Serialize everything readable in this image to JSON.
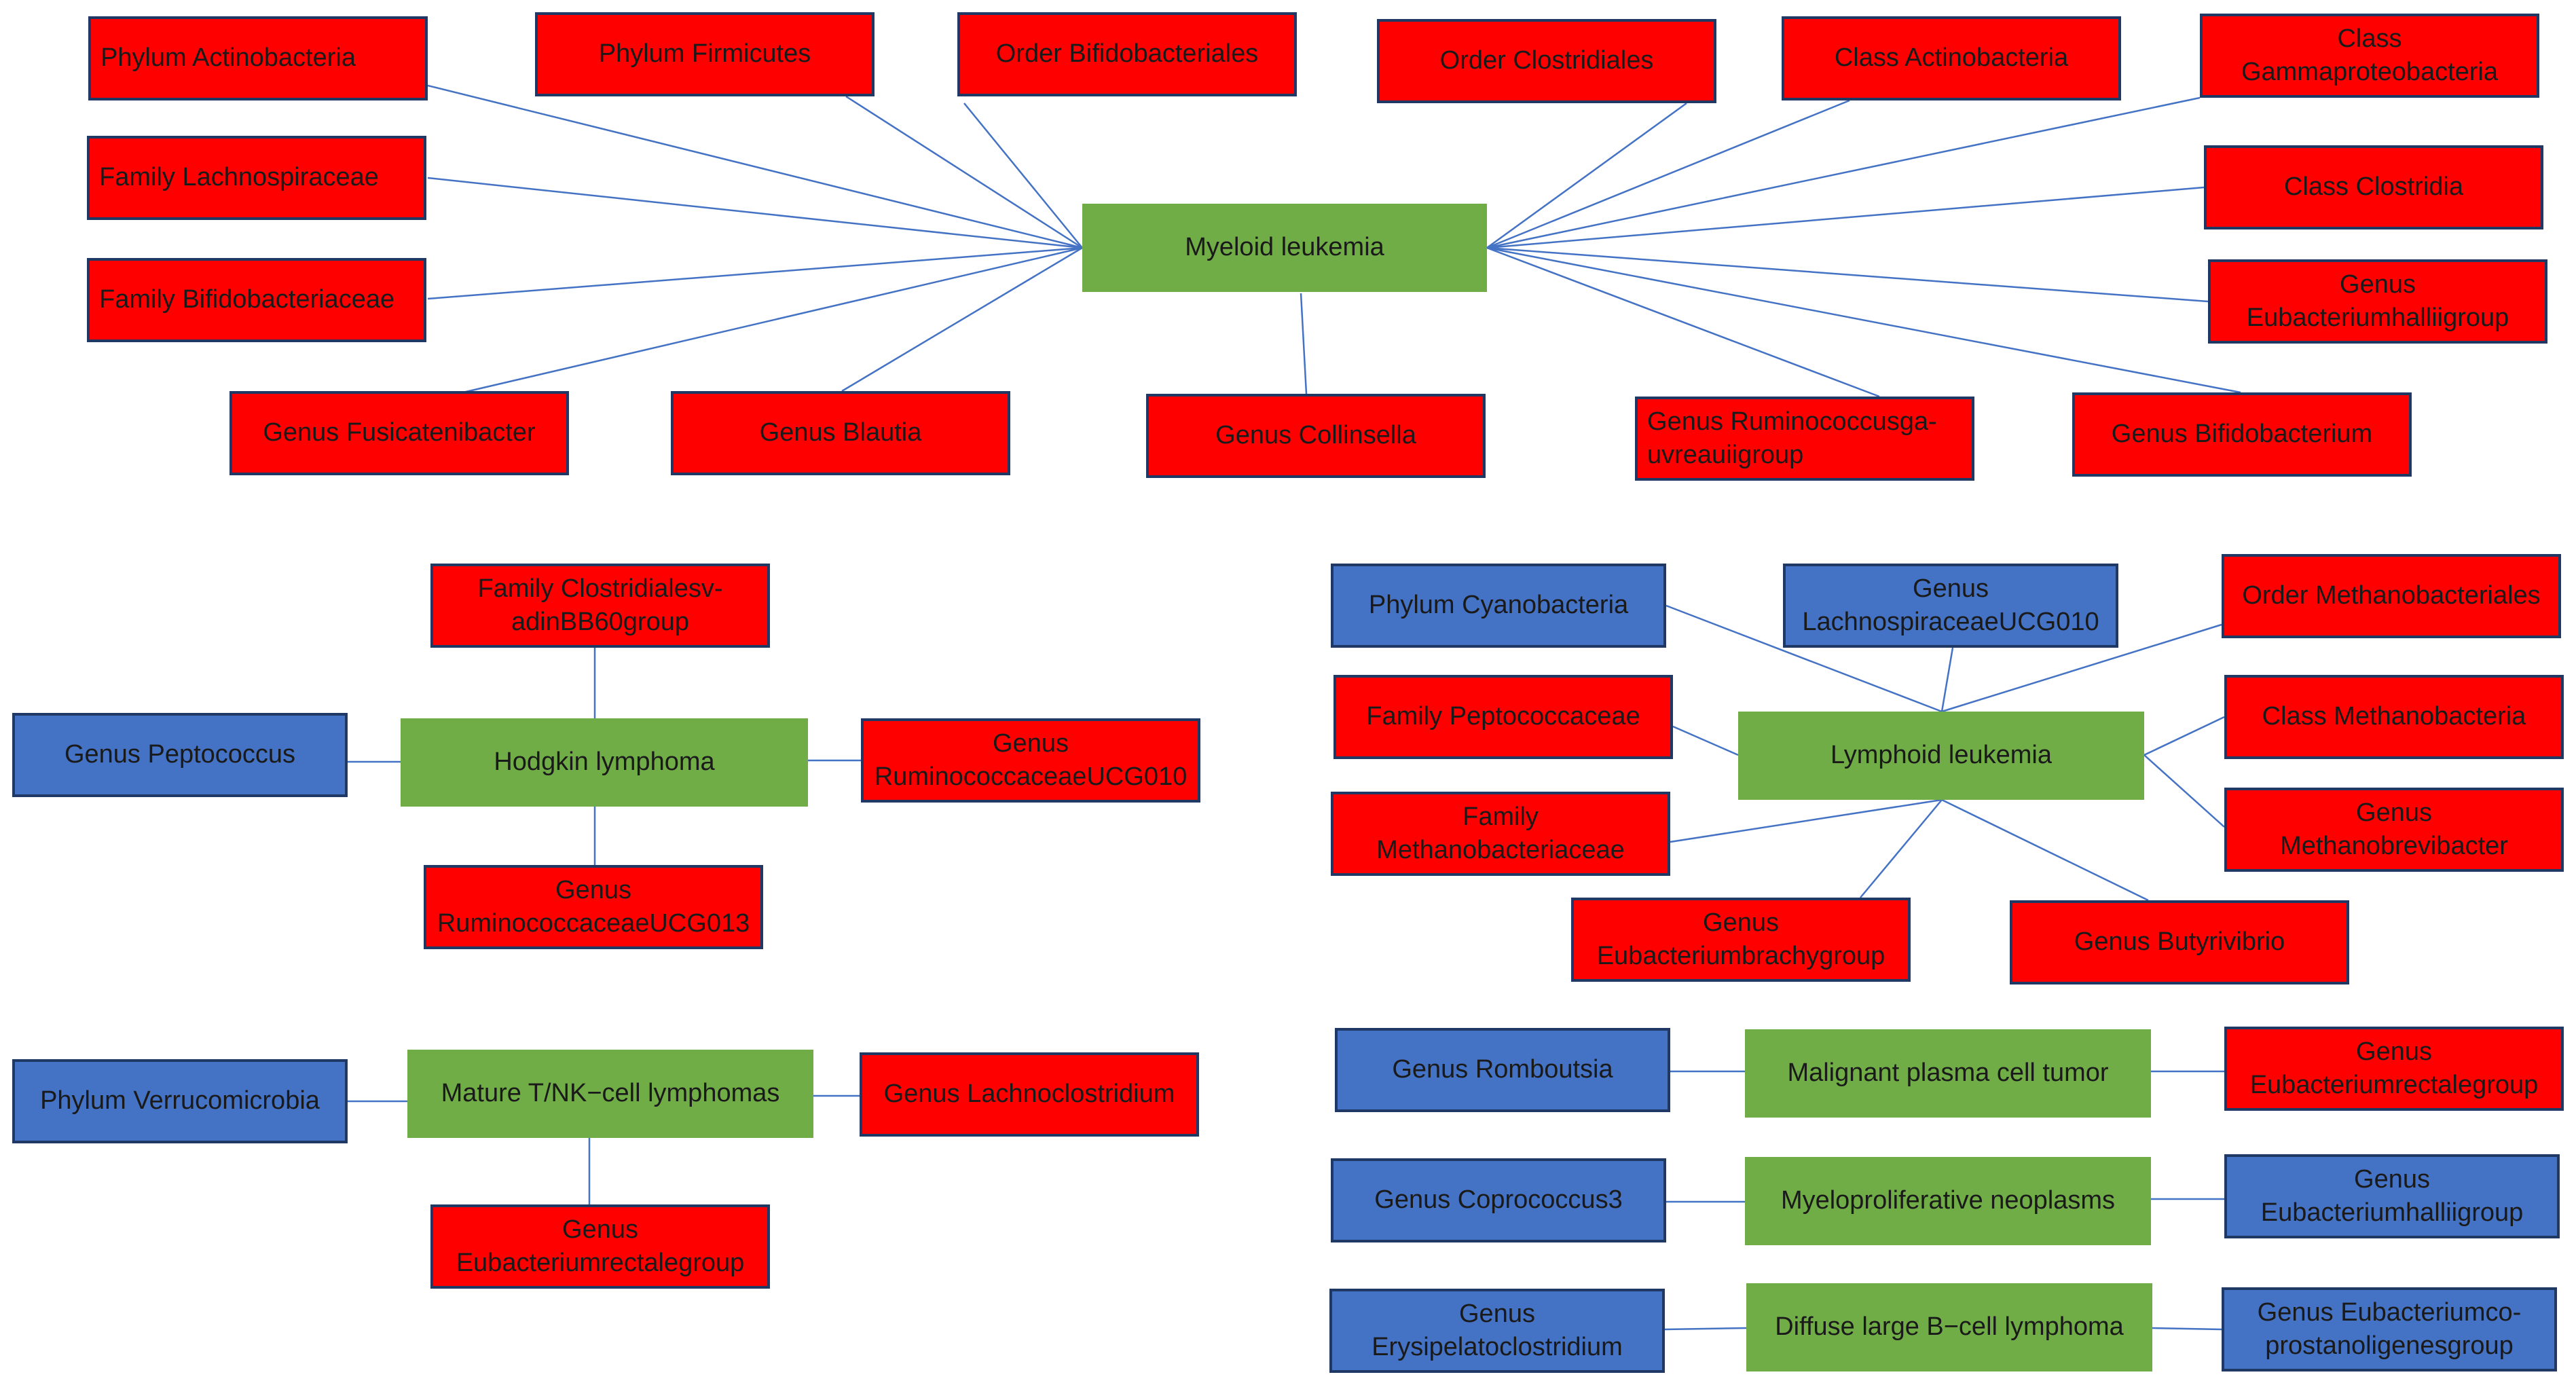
{
  "diagram": {
    "line_color": "#4472c4",
    "colors": {
      "red": "#ff0000",
      "blue": "#4472c4",
      "green": "#70ad47"
    },
    "groups": [
      {
        "center": "Myeloid leukemia",
        "nodes": [
          "Phylum Actinobacteria",
          "Phylum Firmicutes",
          "Order Bifidobacteriales",
          "Order Clostridiales",
          "Class Actinobacteria",
          "Class\nGammaproteobacteria",
          "Family Lachnospiraceae",
          "Class Clostridia",
          "Family Bifidobacteriaceae",
          "Genus\nEubacteriumhalliigroup",
          "Genus Fusicatenibacter",
          "Genus Blautia",
          "Genus Collinsella",
          "Genus Ruminococcusga-\nuvreauiigroup",
          "Genus Bifidobacterium"
        ]
      },
      {
        "center": "Hodgkin lymphoma",
        "nodes": [
          "Family  Clostridialesv-\nadinBB60group",
          "Genus Peptococcus",
          "Genus\nRuminococcaceaeUCG010",
          "Genus\nRuminococcaceaeUCG013"
        ]
      },
      {
        "center": "Mature T/NK−cell lymphomas",
        "nodes": [
          "Phylum Verrucomicrobia",
          "Genus Lachnoclostridium",
          "Genus\nEubacteriumrectalegroup"
        ]
      },
      {
        "center": "Lymphoid leukemia",
        "nodes": [
          "Phylum Cyanobacteria",
          "Genus\nLachnospiraceaeUCG010",
          "Order Methanobacteriales",
          "Family Peptococcaceae",
          "Class Methanobacteria",
          "Family\nMethanobacteriaceae",
          "Genus\nMethanobrevibacter",
          "Genus\nEubacteriumbrachygroup",
          "Genus Butyrivibrio"
        ]
      },
      {
        "center": "Malignant plasma cell tumor",
        "nodes": [
          "Genus Romboutsia",
          "Genus\nEubacteriumrectalegroup"
        ]
      },
      {
        "center": "Myeloproliferative neoplasms",
        "nodes": [
          "Genus Coprococcus3",
          "Genus\nEubacteriumhalliigroup"
        ]
      },
      {
        "center": "Diffuse large B−cell lymphoma",
        "nodes": [
          "Genus\nErysipelatoclostridium",
          "Genus Eubacteriumco-\nprostanoligenesgroup"
        ]
      }
    ]
  }
}
